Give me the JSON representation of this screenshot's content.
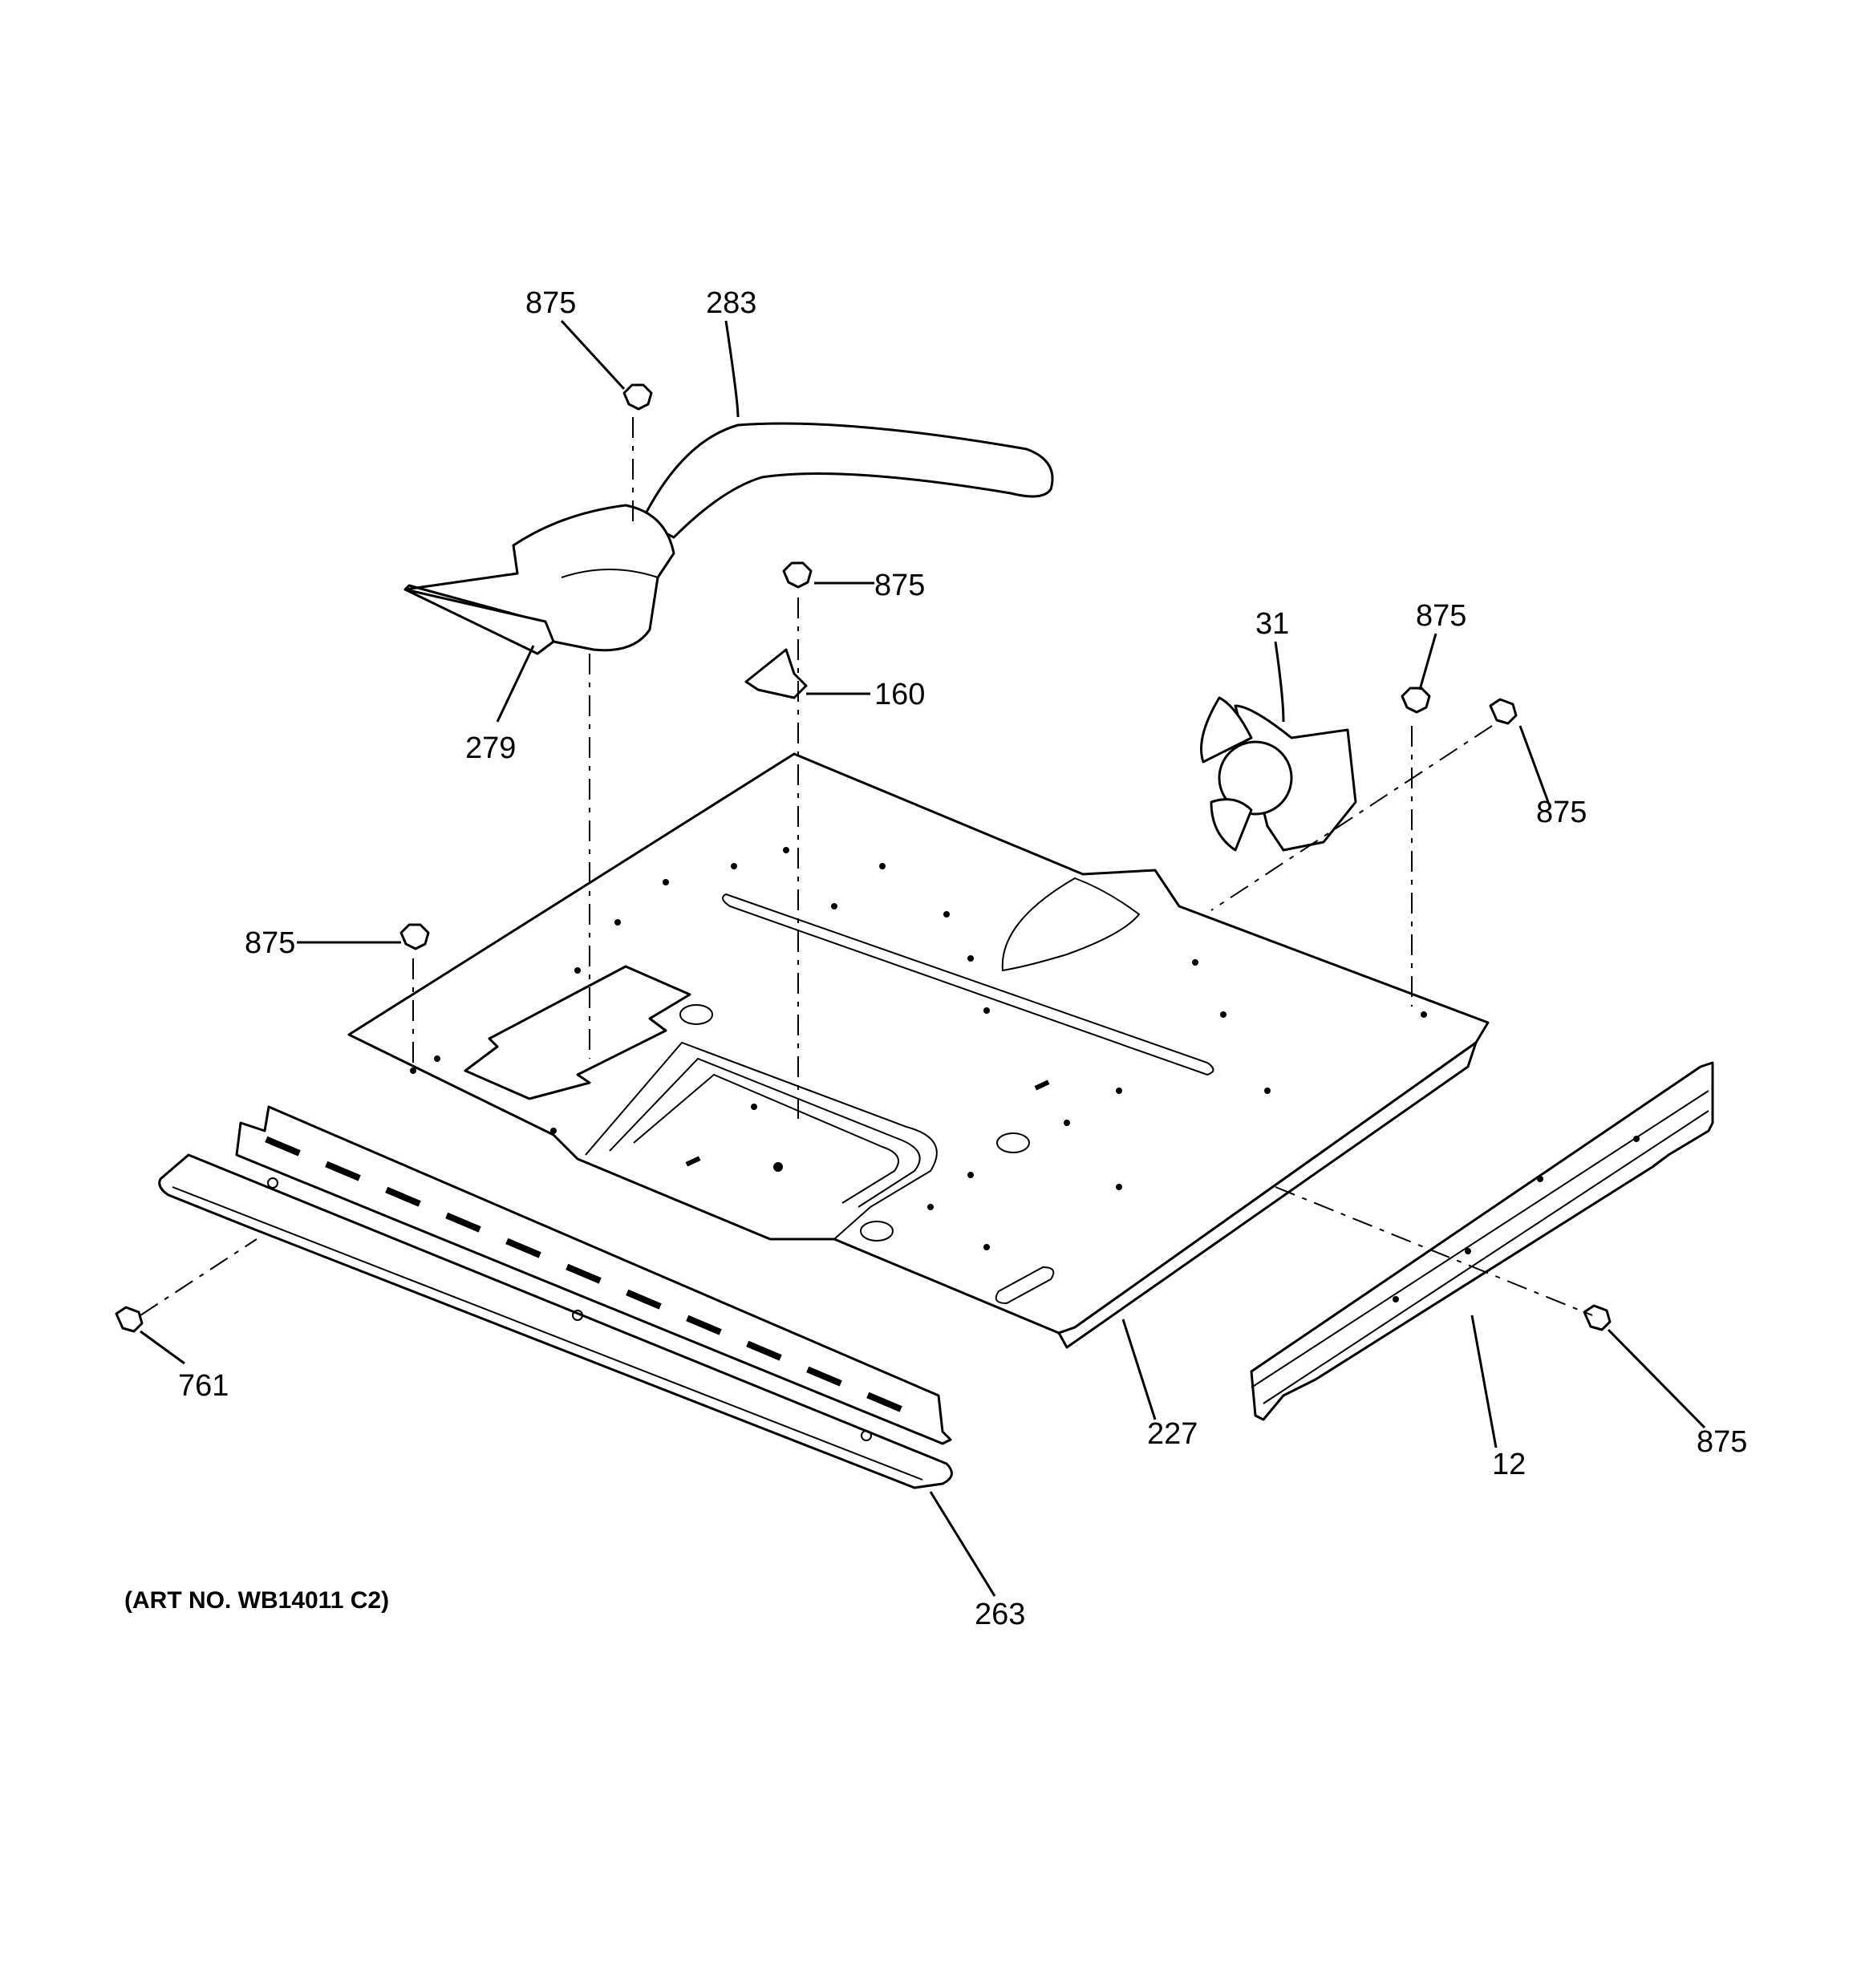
{
  "art_number": "(ART NO. WB14011 C2)",
  "callouts": [
    {
      "id": "c-875-a",
      "label": "875"
    },
    {
      "id": "c-283",
      "label": "283"
    },
    {
      "id": "c-875-b",
      "label": "875"
    },
    {
      "id": "c-160",
      "label": "160"
    },
    {
      "id": "c-279",
      "label": "279"
    },
    {
      "id": "c-31",
      "label": "31"
    },
    {
      "id": "c-875-c",
      "label": "875"
    },
    {
      "id": "c-875-d",
      "label": "875"
    },
    {
      "id": "c-875-e",
      "label": "875"
    },
    {
      "id": "c-761",
      "label": "761"
    },
    {
      "id": "c-227",
      "label": "227"
    },
    {
      "id": "c-12",
      "label": "12"
    },
    {
      "id": "c-875-f",
      "label": "875"
    },
    {
      "id": "c-263",
      "label": "263"
    }
  ]
}
